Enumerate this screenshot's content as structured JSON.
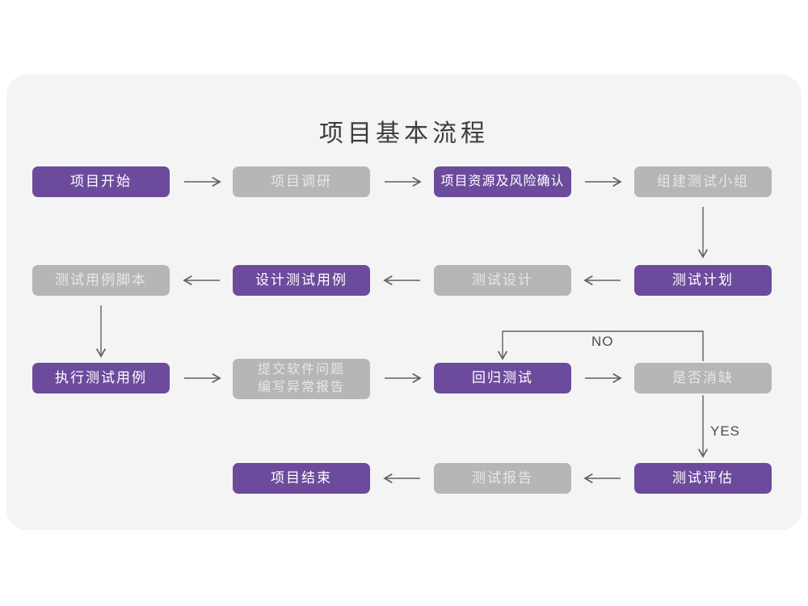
{
  "title": "项目基本流程",
  "flowchart": {
    "nodes": [
      {
        "id": "project-start",
        "label": "项目开始",
        "style": "purple"
      },
      {
        "id": "project-research",
        "label": "项目调研",
        "style": "gray"
      },
      {
        "id": "resource-risk",
        "label": "项目资源及风险确认",
        "style": "purple"
      },
      {
        "id": "build-test-team",
        "label": "组建测试小组",
        "style": "gray"
      },
      {
        "id": "test-plan",
        "label": "测试计划",
        "style": "purple"
      },
      {
        "id": "test-design",
        "label": "测试设计",
        "style": "gray"
      },
      {
        "id": "design-test-cases",
        "label": "设计测试用例",
        "style": "purple"
      },
      {
        "id": "test-case-scripts",
        "label": "测试用例脚本",
        "style": "gray"
      },
      {
        "id": "execute-test-cases",
        "label": "执行测试用例",
        "style": "purple"
      },
      {
        "id": "submit-issues-report",
        "label": "提交软件问题\n编写异常报告",
        "style": "gray"
      },
      {
        "id": "regression-test",
        "label": "回归测试",
        "style": "purple"
      },
      {
        "id": "defect-cleared",
        "label": "是否消缺",
        "style": "gray"
      },
      {
        "id": "test-evaluation",
        "label": "测试评估",
        "style": "purple"
      },
      {
        "id": "test-report",
        "label": "测试报告",
        "style": "gray"
      },
      {
        "id": "project-end",
        "label": "项目结束",
        "style": "purple"
      }
    ],
    "edge_labels": {
      "no": "NO",
      "yes": "YES"
    },
    "colors": {
      "node_purple": "#6c4b9d",
      "node_gray": "#b6b6b6",
      "node_text_on_purple": "#ffffff",
      "node_text_on_gray": "#e7e7e7",
      "card_background": "#f4f4f5",
      "page_background": "#ffffff",
      "arrow": "#606060",
      "title_text": "#3d3d3d"
    }
  }
}
